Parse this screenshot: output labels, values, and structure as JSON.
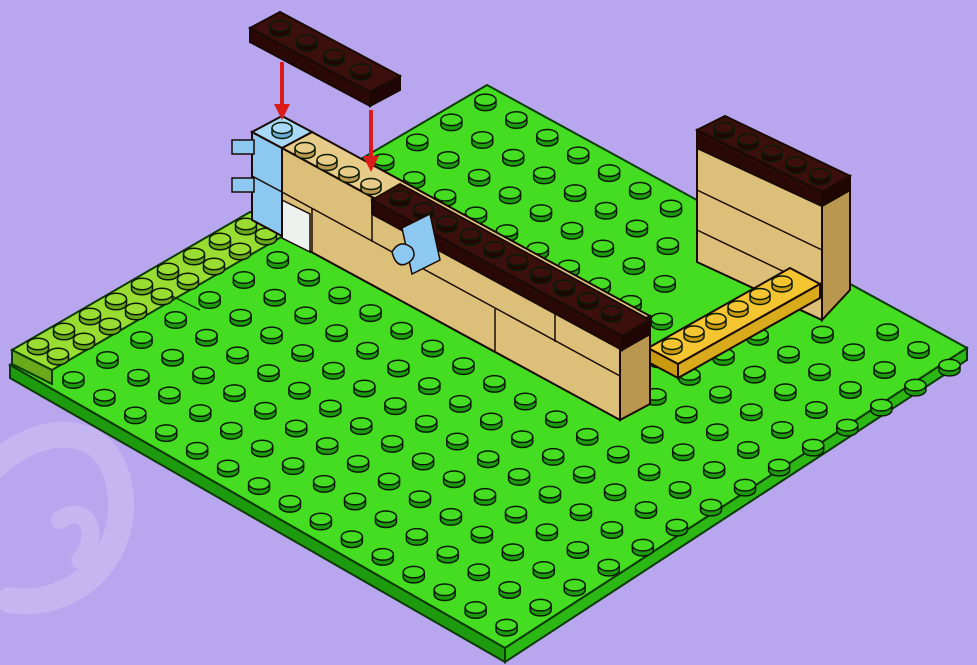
{
  "scene": {
    "background": "#b8a6ee",
    "baseplate": {
      "top": "#44dd22",
      "side": "#1d9a0e",
      "studs_per_row": 14,
      "rows": 16
    },
    "side_plate": {
      "top": "#99dd33",
      "studs": 10
    },
    "wall_brick_color": "#dcbf78",
    "wall_cap_color": "#3a0f0c",
    "clip_color": "#8cc8f0",
    "yellow_plate_color": "#f4c431",
    "arrow_color": "#dd1a1a",
    "icons": [
      "swirl-watermark-icon",
      "arrow-down-icon"
    ]
  }
}
